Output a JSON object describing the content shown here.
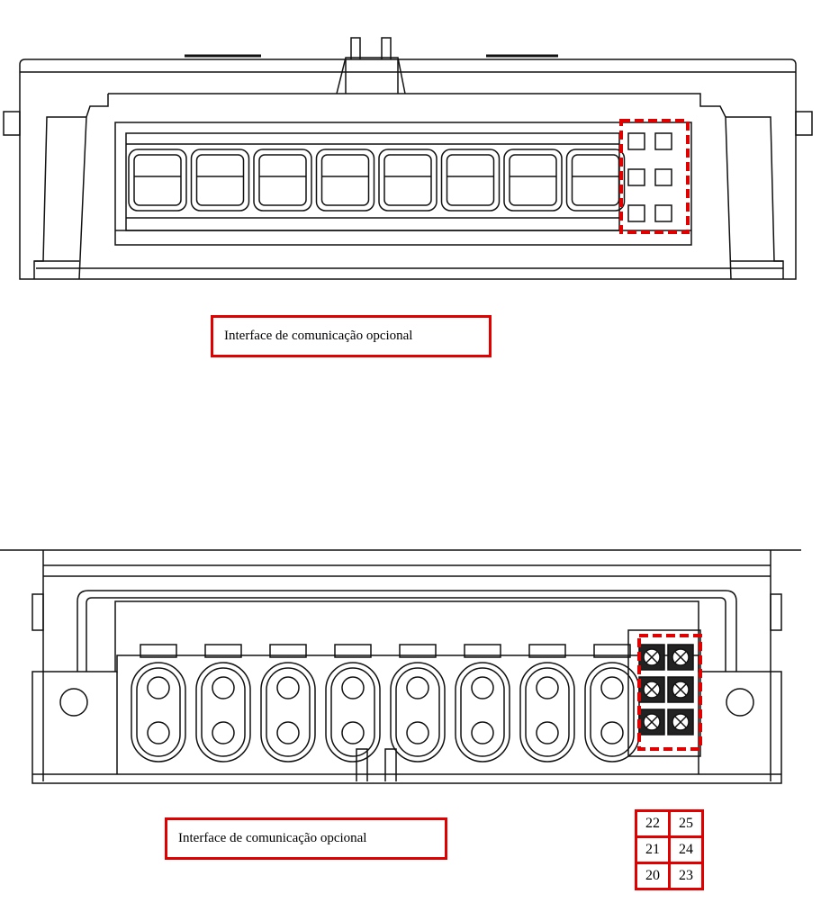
{
  "captions": {
    "top": "Interface de comunicação opcional",
    "bottom": "Interface de comunicação opcional"
  },
  "terminal_numbers": [
    [
      "22",
      "25"
    ],
    [
      "21",
      "24"
    ],
    [
      "20",
      "23"
    ]
  ],
  "colors": {
    "highlight": "#e00000",
    "line": "#111111",
    "background": "#ffffff"
  }
}
